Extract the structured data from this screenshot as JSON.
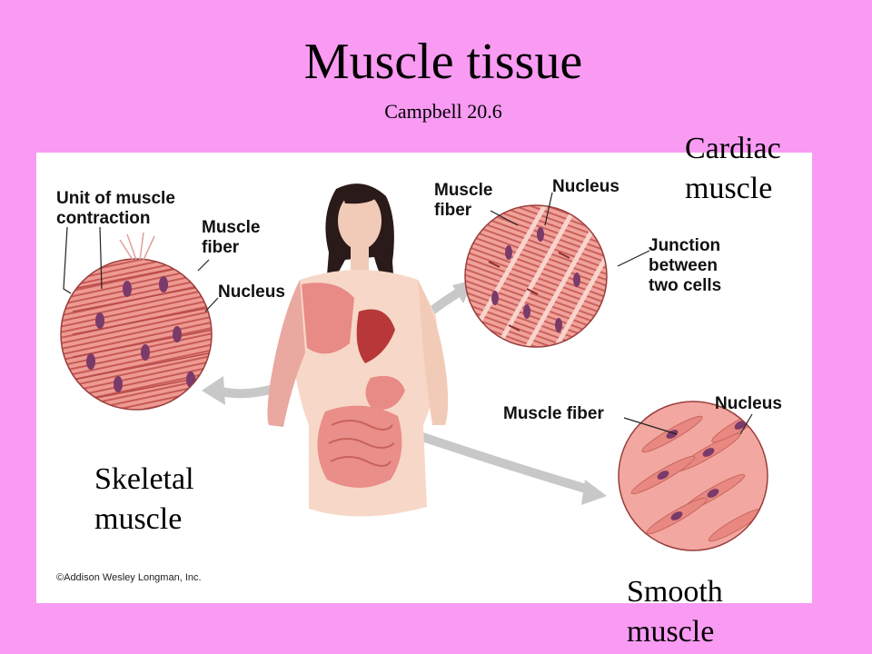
{
  "title": "Muscle tissue",
  "subtitle": "Campbell 20.6",
  "labels": {
    "cardiac_line1": "Cardiac",
    "cardiac_line2": "muscle",
    "skeletal_line1": "Skeletal",
    "skeletal_line2": "muscle",
    "smooth_line1": "Smooth",
    "smooth_line2": "muscle"
  },
  "figure": {
    "unit_line1": "Unit of muscle",
    "unit_line2": "contraction",
    "skeletal_fiber_line1": "Muscle",
    "skeletal_fiber_line2": "fiber",
    "skeletal_nucleus": "Nucleus",
    "cardiac_fiber_line1": "Muscle",
    "cardiac_fiber_line2": "fiber",
    "cardiac_nucleus": "Nucleus",
    "junction_line1": "Junction",
    "junction_line2": "between",
    "junction_line3": "two cells",
    "smooth_fiber": "Muscle fiber",
    "smooth_nucleus": "Nucleus",
    "copyright": "©Addison Wesley Longman, Inc."
  },
  "colors": {
    "background": "#f99af3",
    "muscle": "#e88a85",
    "muscle_dark": "#b84a48",
    "skin": "#f7d8c8",
    "nucleus": "#7a3a6a",
    "arrow": "#c8c8c8"
  }
}
